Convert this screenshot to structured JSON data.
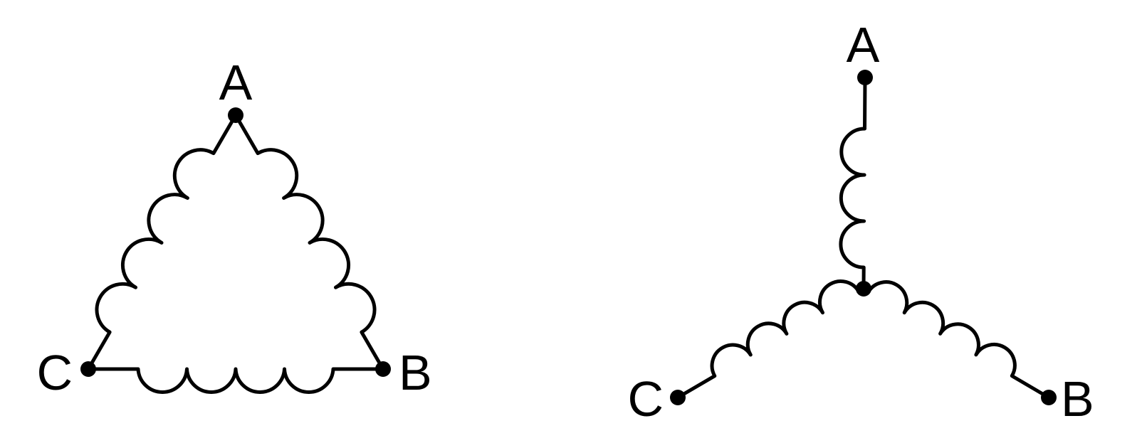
{
  "colors": {
    "background": "#ffffff",
    "ink": "#000000"
  },
  "delta": {
    "labels": {
      "a": "A",
      "b": "B",
      "c": "C"
    }
  },
  "wye": {
    "labels": {
      "a": "A",
      "b": "B",
      "c": "C"
    }
  }
}
